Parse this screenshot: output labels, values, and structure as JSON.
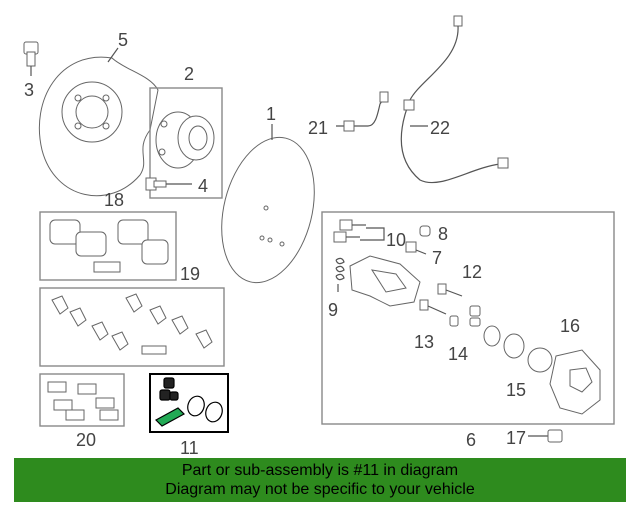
{
  "callouts": {
    "p1": "1",
    "p2": "2",
    "p3": "3",
    "p4": "4",
    "p5": "5",
    "p6": "6",
    "p7": "7",
    "p8": "8",
    "p9": "9",
    "p10": "10",
    "p11": "11",
    "p12": "12",
    "p13": "13",
    "p14": "14",
    "p15": "15",
    "p16": "16",
    "p17": "17",
    "p18": "18",
    "p19": "19",
    "p20": "20",
    "p21": "21",
    "p22": "22"
  },
  "highlight_color": "#000000",
  "banner": {
    "line1": "Part or sub-assembly is #11 in diagram",
    "line2": "Diagram may not be specific to your vehicle",
    "color": "#2e8b1e"
  }
}
